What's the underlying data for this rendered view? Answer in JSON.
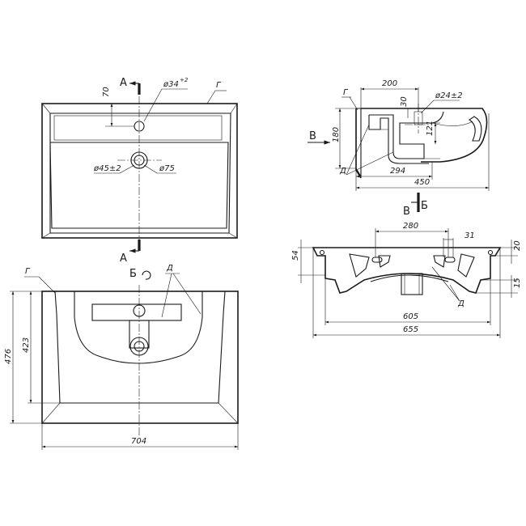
{
  "top_view": {
    "section_a_top": "A",
    "section_a_bottom": "A",
    "label_g": "Г",
    "dim_70": "70",
    "dim_d34": "ø34",
    "dim_d34_tol": "+2",
    "dim_d45": "ø45±2",
    "dim_d75": "ø75"
  },
  "front_view": {
    "view_b": "Б",
    "label_g": "Г",
    "label_d": "Д",
    "dim_476": "476",
    "dim_423": "423",
    "dim_704": "704"
  },
  "side_section": {
    "label_g": "Г",
    "label_d": "Д",
    "arrow_v": "В",
    "arrow_v2": "В",
    "arrow_b": "Б",
    "dim_200": "200",
    "dim_30": "30",
    "dim_d24": "ø24±2",
    "dim_180": "180",
    "dim_121": "121",
    "dim_294": "294",
    "dim_450": "450"
  },
  "back_view": {
    "label_d": "Д",
    "dim_280": "280",
    "dim_31": "31",
    "dim_54": "54",
    "dim_20": "20",
    "dim_15": "15",
    "dim_605": "605",
    "dim_655": "655"
  }
}
